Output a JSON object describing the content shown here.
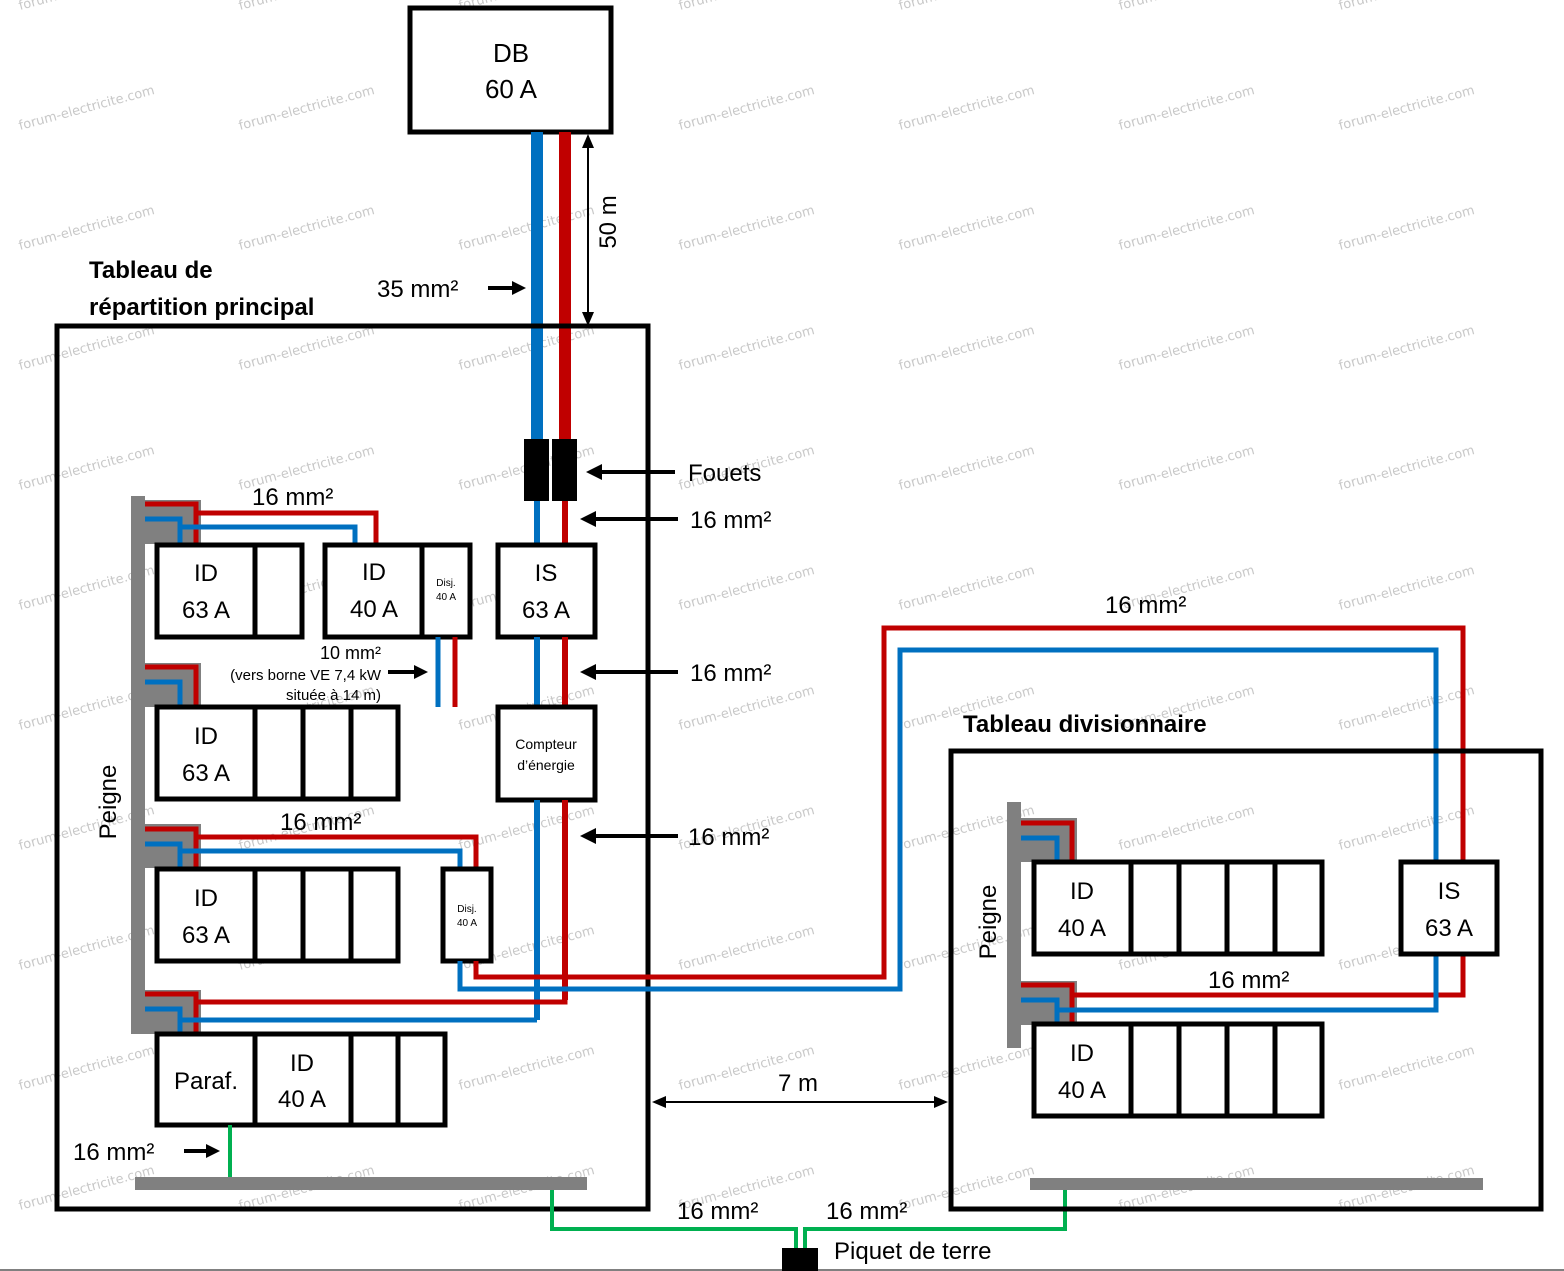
{
  "diagram": {
    "title_main_panel": [
      "Tableau de",
      "répartition principal"
    ],
    "title_sub_panel": "Tableau divisionnaire",
    "colors": {
      "phase": "#c00000",
      "neutral": "#0070c0",
      "earth": "#00b050",
      "comb": "#808080",
      "outline": "#000000"
    },
    "source": {
      "label": "DB",
      "rating": "60 A"
    },
    "labels": {
      "feeder_section": "35 mm²",
      "feeder_length": "50 m",
      "fouets": "Fouets",
      "s16_after_fouets": "16 mm²",
      "s16_after_is": "16 mm²",
      "s16_after_meter": "16 mm²",
      "s16_top_row": "16 mm²",
      "s16_third_row": "16 mm²",
      "s10_ev": "10 mm²",
      "ev_note_1": "(vers borne VE 7,4 kW",
      "ev_note_2": "située à 14 m)",
      "s16_to_sub": "16 mm²",
      "s16_sub_internal": "16 mm²",
      "s16_earth_main": "16 mm²",
      "s16_earth_left": "16 mm²",
      "s16_earth_right": "16 mm²",
      "distance_between": "7 m",
      "earth_rod": "Piquet de terre",
      "comb_main": "Peigne",
      "comb_sub": "Peigne"
    },
    "main_panel": {
      "is": {
        "label": "IS",
        "rating": "63 A"
      },
      "meter": {
        "line1": "Compteur",
        "line2": "d’énergie"
      },
      "rows": [
        {
          "id": "ID",
          "rating": "63 A",
          "extra_slots": 1
        },
        {
          "id": "ID",
          "rating": "40 A",
          "breaker": {
            "label": "Disj.",
            "rating": "40 A"
          }
        },
        {
          "id": "ID",
          "rating": "63 A",
          "extra_slots": 3
        },
        {
          "id": "ID",
          "rating": "63 A",
          "extra_slots": 3
        },
        {
          "breaker": {
            "label": "Disj.",
            "rating": "40 A"
          }
        },
        {
          "surge": "Paraf.",
          "id": "ID",
          "rating": "40 A",
          "extra_slots": 2
        }
      ]
    },
    "sub_panel": {
      "is": {
        "label": "IS",
        "rating": "63 A"
      },
      "rows": [
        {
          "id": "ID",
          "rating": "40 A",
          "extra_slots": 4
        },
        {
          "id": "ID",
          "rating": "40 A",
          "extra_slots": 4
        }
      ]
    },
    "watermark": "forum-electricite.com"
  }
}
